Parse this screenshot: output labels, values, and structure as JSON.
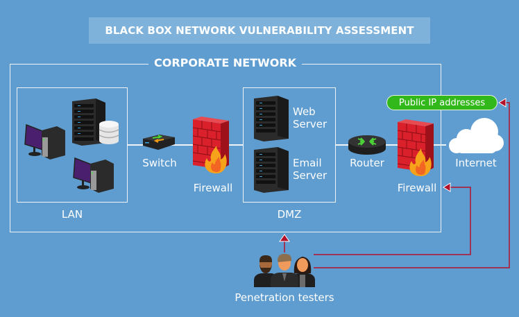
{
  "title": "BLACK BOX NETWORK VULNERABILITY ASSESSMENT",
  "corporate_network_label": "CORPORATE NETWORK",
  "nodes": {
    "lan": {
      "label": "LAN"
    },
    "switch": {
      "label": "Switch"
    },
    "firewall_internal": {
      "label": "Firewall"
    },
    "dmz": {
      "label": "DMZ",
      "web_server": [
        "Web",
        "Server"
      ],
      "email_server": [
        "Email",
        "Server"
      ]
    },
    "router": {
      "label": "Router"
    },
    "firewall_external": {
      "label": "Firewall"
    },
    "internet": {
      "label": "Internet"
    },
    "public_ip": {
      "label": "Public IP addresses"
    },
    "testers": {
      "label": "Penetration testers"
    }
  },
  "colors": {
    "background": "#5f9ccf",
    "title_bar": "#7fb2da",
    "pill_green": "#33b81b",
    "arrow_red": "#b3102a",
    "firewall_red": "#d9202b"
  }
}
